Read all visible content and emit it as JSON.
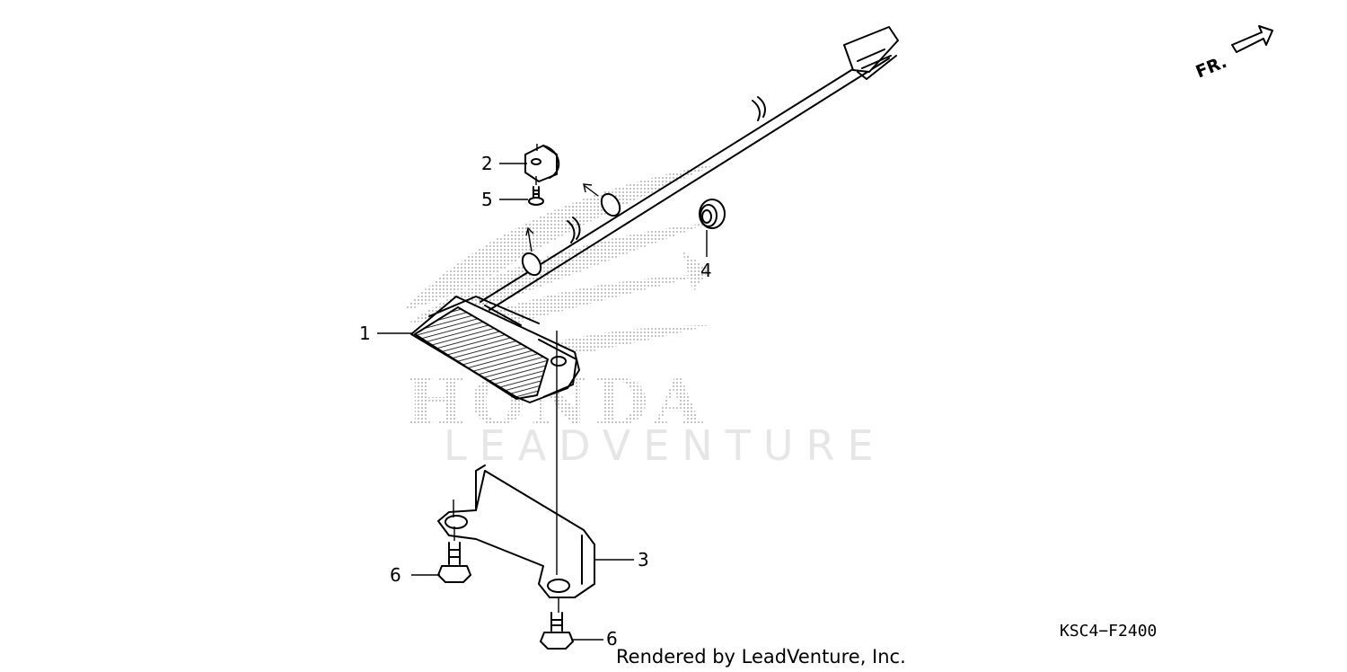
{
  "callouts": {
    "part1": "1",
    "part2": "2",
    "part3": "3",
    "part4": "4",
    "part5": "5",
    "part6a": "6",
    "part6b": "6"
  },
  "front_indicator": "FR.",
  "diagram_code": "KSC4−F2400",
  "credit": "Rendered by LeadVenture, Inc.",
  "watermark": {
    "brand": "HONDA",
    "vendor": "LEADVENTURE"
  },
  "colors": {
    "line": "#000000",
    "watermark_dots": "#9a9a9a",
    "watermark_text": "#e6e6e6"
  }
}
